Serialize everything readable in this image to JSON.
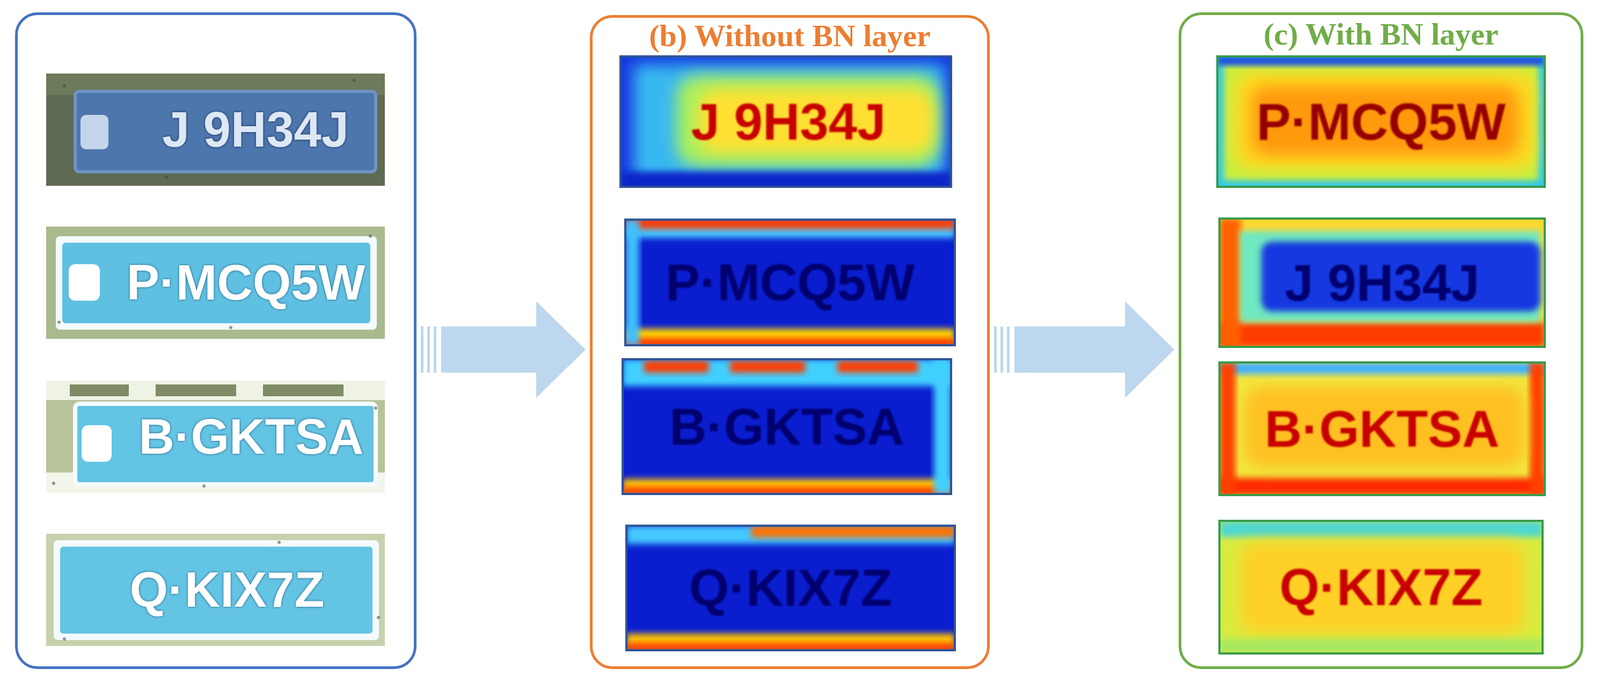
{
  "diagram": {
    "nodes": [
      {
        "text": [
          "J 9H34J",
          "P·MCQ5W",
          "B·GKTSA",
          "Q·KIX7Z"
        ]
      },
      {
        "text": [
          "(b) Without BN layer",
          "J 9H34J",
          "P·MCQ5W",
          "B·GKTSA",
          "Q·KIX7Z"
        ]
      },
      {
        "text": [
          "(c) With BN layer",
          "P·MCQ5W",
          "J 9H34J",
          "B·GKTSA",
          "Q·KIX7Z"
        ]
      }
    ],
    "edges": [
      {
        "from": 0,
        "to": 1,
        "arrow": "to"
      },
      {
        "from": 1,
        "to": 2,
        "arrow": "to"
      }
    ]
  }
}
